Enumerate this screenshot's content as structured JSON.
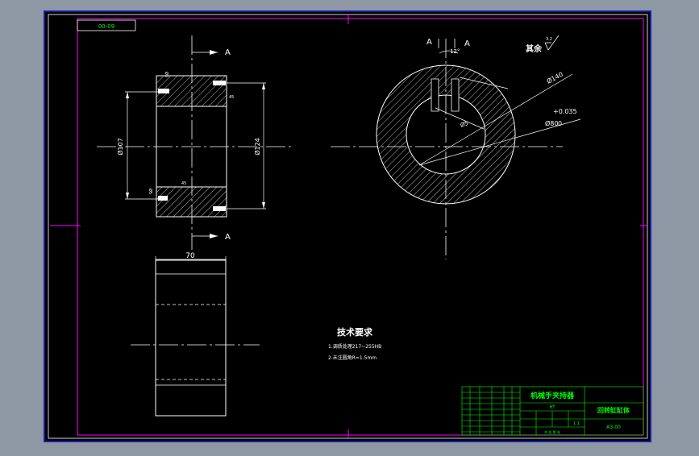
{
  "drawing": {
    "code_box": "00-09",
    "section_label": "A",
    "angle_label": "12°",
    "roughness_label": "其余",
    "roughness_value": "3.2",
    "dim_width": "70",
    "dim_left_dia": "Ø107",
    "dim_right_dia": "Ø124",
    "dim_outer_dia": "Ø140",
    "dim_bore_dia": "Ø80",
    "dim_bore_tol_upper": "+0.035",
    "dim_bore_tol_lower": "0",
    "dim_hole": "Ø5",
    "dim_small_1": "45",
    "dim_small_2": "45",
    "dim_small_3": "Ø5",
    "dim_small_4": "Ø5"
  },
  "tech_requirements": {
    "title": "技术要求",
    "item1": "1.调质处理217~255HB",
    "item2": "2.未注圆角R=1.5mm"
  },
  "title_block": {
    "project": "机械手夹持器",
    "part_name": "回转缸缸体",
    "drawing_no": "A3-00",
    "material": "HT",
    "scale": "1:1",
    "sheet_info": "共  张  第  张"
  },
  "colors": {
    "background": "#000000",
    "frame": "#ff00ff",
    "lines": "#ffffff",
    "title_block": "#00ff00",
    "outer_bg": "#8e98a5",
    "viewport_border": "#1a1aa8"
  }
}
